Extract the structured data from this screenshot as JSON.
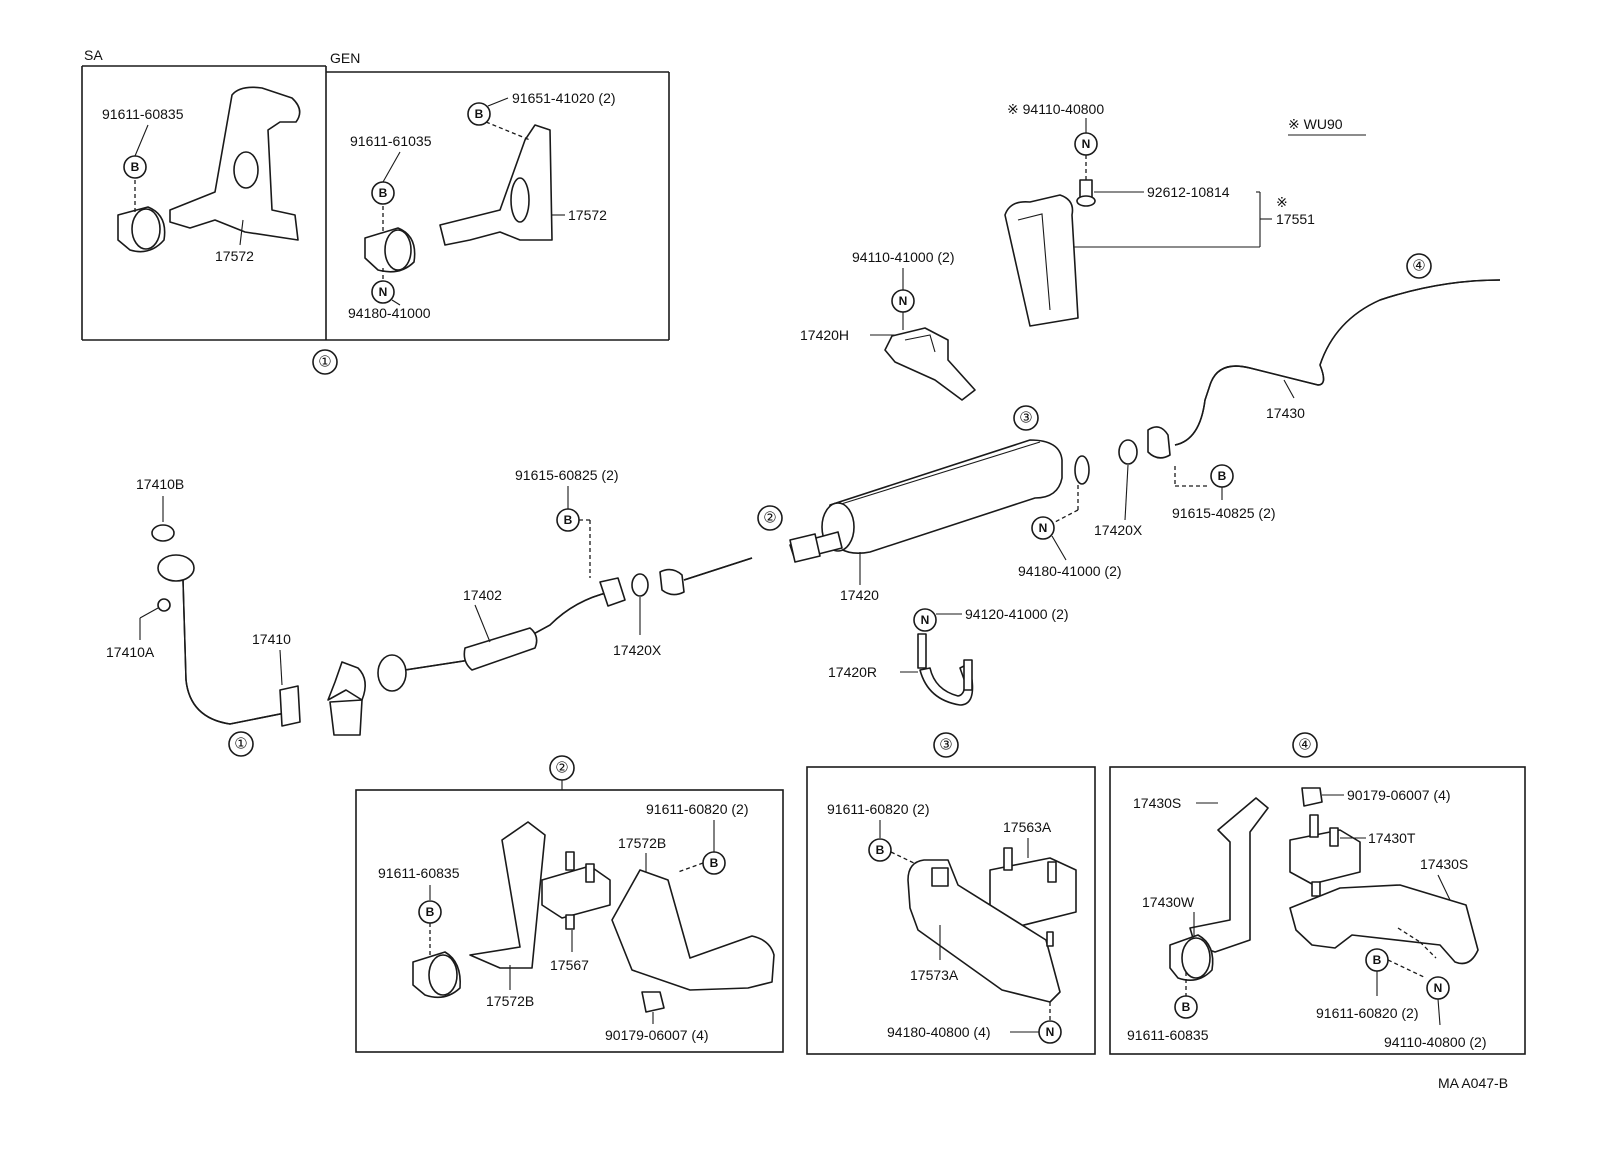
{
  "section_labels": {
    "sa": "SA",
    "gen": "GEN",
    "wu90": "※ WU90"
  },
  "callout_numbers": [
    "①",
    "②",
    "③",
    "④"
  ],
  "fastener_symbols": {
    "bolt": "B",
    "nut": "N"
  },
  "parts": {
    "p91611_60835_sa": "91611-60835",
    "p17572_sa": "17572",
    "p91651_41020": "91651-41020 (2)",
    "p91611_61035": "91611-61035",
    "p17572_gen": "17572",
    "p94180_41000_gen": "94180-41000",
    "p94110_40800_star": "※ 94110-40800",
    "p92612_10814": "92612-10814",
    "star_mark": "※",
    "p17551": "17551",
    "p94110_41000": "94110-41000 (2)",
    "p17420H": "17420H",
    "p17430": "17430",
    "p17410B": "17410B",
    "p91615_60825": "91615-60825 (2)",
    "p17420X_right": "17420X",
    "p91615_40825": "91615-40825 (2)",
    "p94180_41000_2": "94180-41000 (2)",
    "p17402": "17402",
    "p17420": "17420",
    "p17410A": "17410A",
    "p17410": "17410",
    "p17420X_left": "17420X",
    "p94120_41000": "94120-41000 (2)",
    "p17420R": "17420R",
    "d2_91611_60820": "91611-60820 (2)",
    "d2_17572B_top": "17572B",
    "d2_91611_60835": "91611-60835",
    "d2_17567": "17567",
    "d2_17572B_bottom": "17572B",
    "d2_90179_06007": "90179-06007 (4)",
    "d3_91611_60820": "91611-60820 (2)",
    "d3_17563A": "17563A",
    "d3_17573A": "17573A",
    "d3_94180_40800": "94180-40800 (4)",
    "d4_90179_06007": "90179-06007 (4)",
    "d4_17430S_top": "17430S",
    "d4_17430T": "17430T",
    "d4_17430S_right": "17430S",
    "d4_17430W": "17430W",
    "d4_91611_60820": "91611-60820 (2)",
    "d4_91611_60835": "91611-60835",
    "d4_94110_40800": "94110-40800 (2)"
  },
  "drawing_code": "MA A047-B"
}
